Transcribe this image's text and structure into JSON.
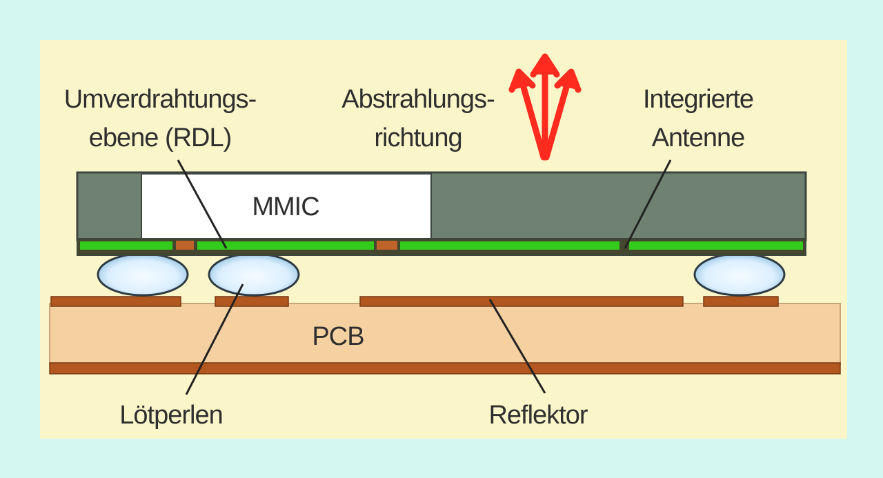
{
  "labels": {
    "rdl_line1": "Umverdrahtungs-",
    "rdl_line2": "ebene (RDL)",
    "radiation_line1": "Abstrahlungs-",
    "radiation_line2": "richtung",
    "antenna_line1": "Integrierte",
    "antenna_line2": "Antenne",
    "mmic": "MMIC",
    "pcb": "PCB",
    "solder": "Lötperlen",
    "reflector": "Reflektor"
  },
  "colors": {
    "background": "#d4f7f1",
    "panel": "#fbf6c9",
    "package": "#6f8272",
    "mmic_die": "#ffffff",
    "rdl": "#34cc1c",
    "copper": "#b1571f",
    "pcb": "#f5d1a1",
    "solder_ball": "#dff1fb",
    "arrow": "#ff2b1f"
  },
  "icons": {
    "radiation_arrows": "three-red-up-arrows-icon"
  }
}
